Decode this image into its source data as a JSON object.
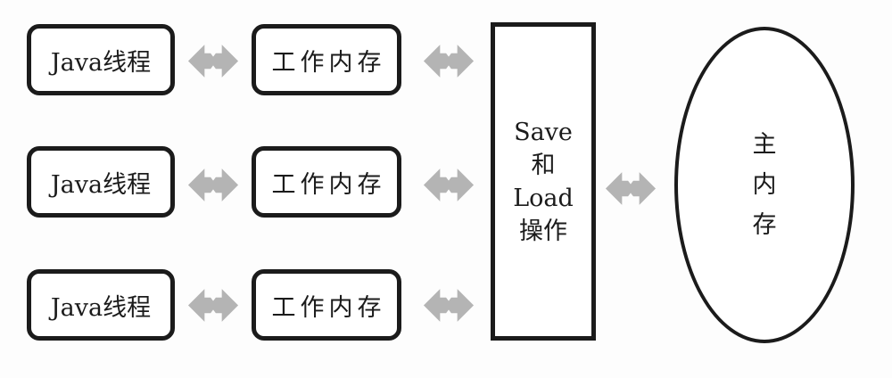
{
  "colors": {
    "ink": "#1b1b1b",
    "arrow": "#b4b4b4",
    "bg": "#fdfdfd",
    "box-bg": "#ffffff"
  },
  "threads": [
    {
      "label": "Java线程"
    },
    {
      "label": "Java线程"
    },
    {
      "label": "Java线程"
    }
  ],
  "working_memories": [
    {
      "label": "工作内存"
    },
    {
      "label": "工作内存"
    },
    {
      "label": "工作内存"
    }
  ],
  "save_load": {
    "lines": [
      "Save",
      "和",
      "Load",
      "操作"
    ]
  },
  "main_memory": {
    "chars": [
      "主",
      "内",
      "存"
    ]
  }
}
